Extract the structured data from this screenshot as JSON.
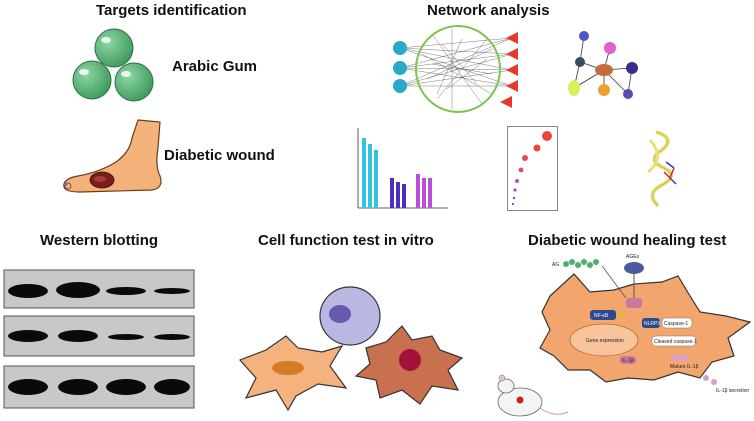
{
  "headings": {
    "targets": "Targets identification",
    "network": "Network analysis",
    "western": "Western blotting",
    "cell": "Cell function test in vitro",
    "healing": "Diabetic wound healing test"
  },
  "labels": {
    "arabic_gum": "Arabic Gum",
    "diabetic_wound": "Diabetic wound"
  },
  "pathway": {
    "ag": "AG",
    "rage": "AGEs",
    "nfkb": "NF-κB",
    "nlrp3": "NLRP3",
    "caspase": "Caspase-1",
    "gene": "Gene expression",
    "cleaved": "Cleaved caspase-1",
    "il1b_pre": "IL-1β",
    "mature": "Mature IL-1β",
    "secretion": "IL-1β secretion"
  },
  "colors": {
    "bead": "#5fba7d",
    "skin": "#f3b27a",
    "cell_orange": "#f4b27f",
    "cell_red": "#c9704e",
    "cell_purple": "#b9b8e3",
    "blot_bg": "#c8c8c8"
  }
}
